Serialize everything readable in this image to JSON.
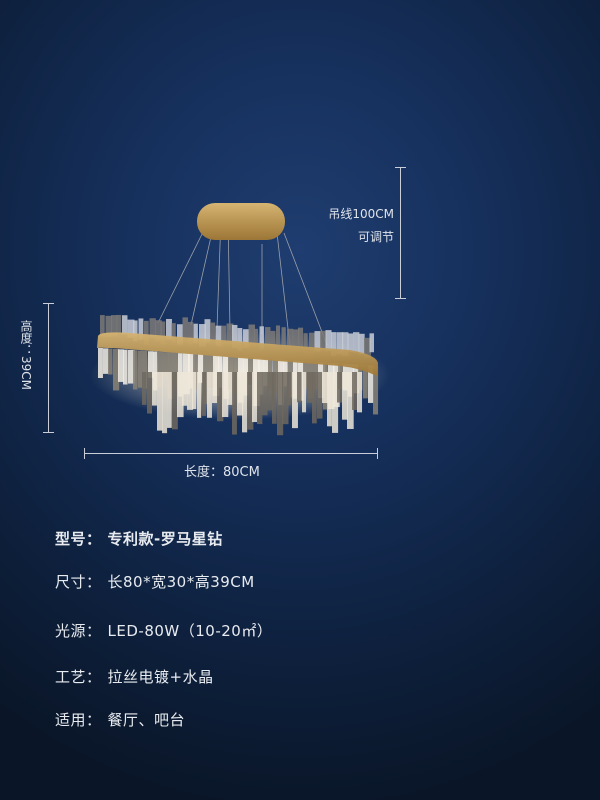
{
  "dimensions": {
    "cable_length": "吊线100CM",
    "cable_note": "可调节",
    "height": "高度：39CM",
    "length": "长度：80CM"
  },
  "specs": [
    {
      "label": "型号：",
      "value": "专利款-罗马星钻"
    },
    {
      "label": "尺寸：",
      "value": "长80*宽30*高39CM"
    },
    {
      "label": "光源：",
      "value": "LED-80W（10-20㎡）"
    },
    {
      "label": "工艺：",
      "value": "拉丝电镀+水晶"
    },
    {
      "label": "适用：",
      "value": "餐厅、吧台"
    }
  ],
  "colors": {
    "gold": "#b8924a",
    "background": "#16305c"
  }
}
